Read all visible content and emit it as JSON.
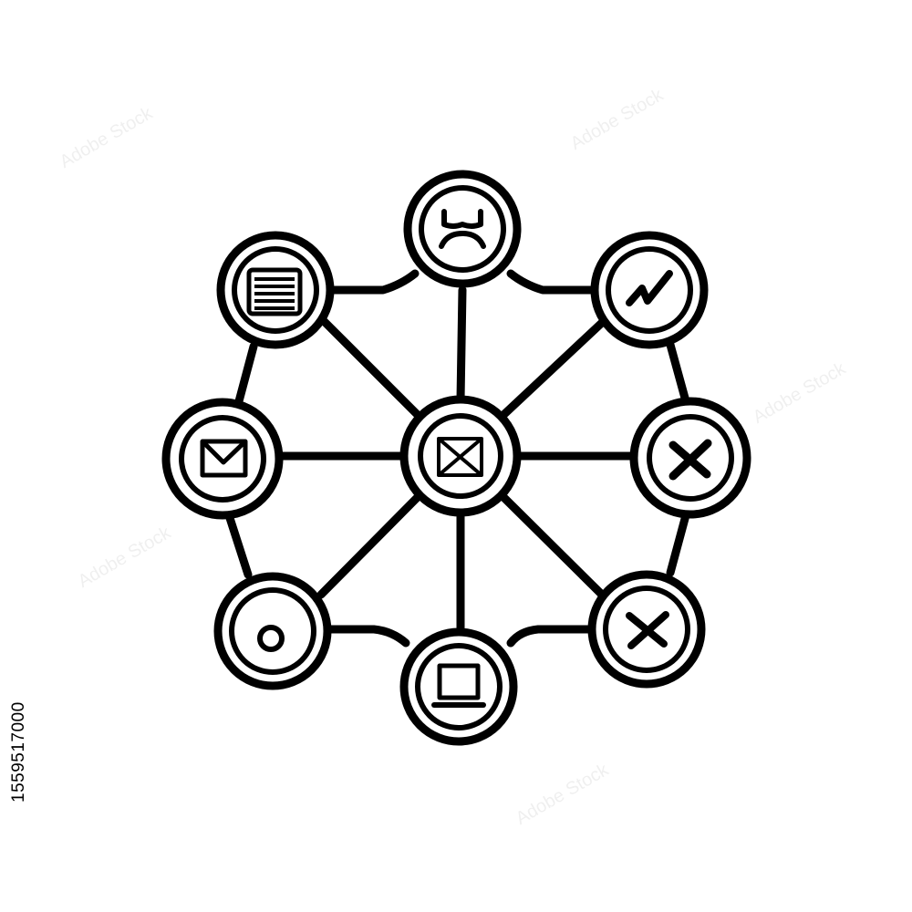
{
  "image_id_text": "1559517000",
  "watermark": "Adobe Stock",
  "colors": {
    "stroke": "#000000",
    "background": "#ffffff"
  },
  "hub": {
    "icon": "envelope-cross-icon"
  },
  "nodes": [
    {
      "id": "top",
      "icon": "sad-face-icon"
    },
    {
      "id": "top-right",
      "icon": "zigzag-check-icon"
    },
    {
      "id": "right",
      "icon": "cross-icon"
    },
    {
      "id": "bottom-right",
      "icon": "cross-icon"
    },
    {
      "id": "bottom",
      "icon": "laptop-icon"
    },
    {
      "id": "bottom-left",
      "icon": "target-ring-icon"
    },
    {
      "id": "left",
      "icon": "envelope-icon"
    },
    {
      "id": "top-left",
      "icon": "document-lines-icon"
    }
  ]
}
